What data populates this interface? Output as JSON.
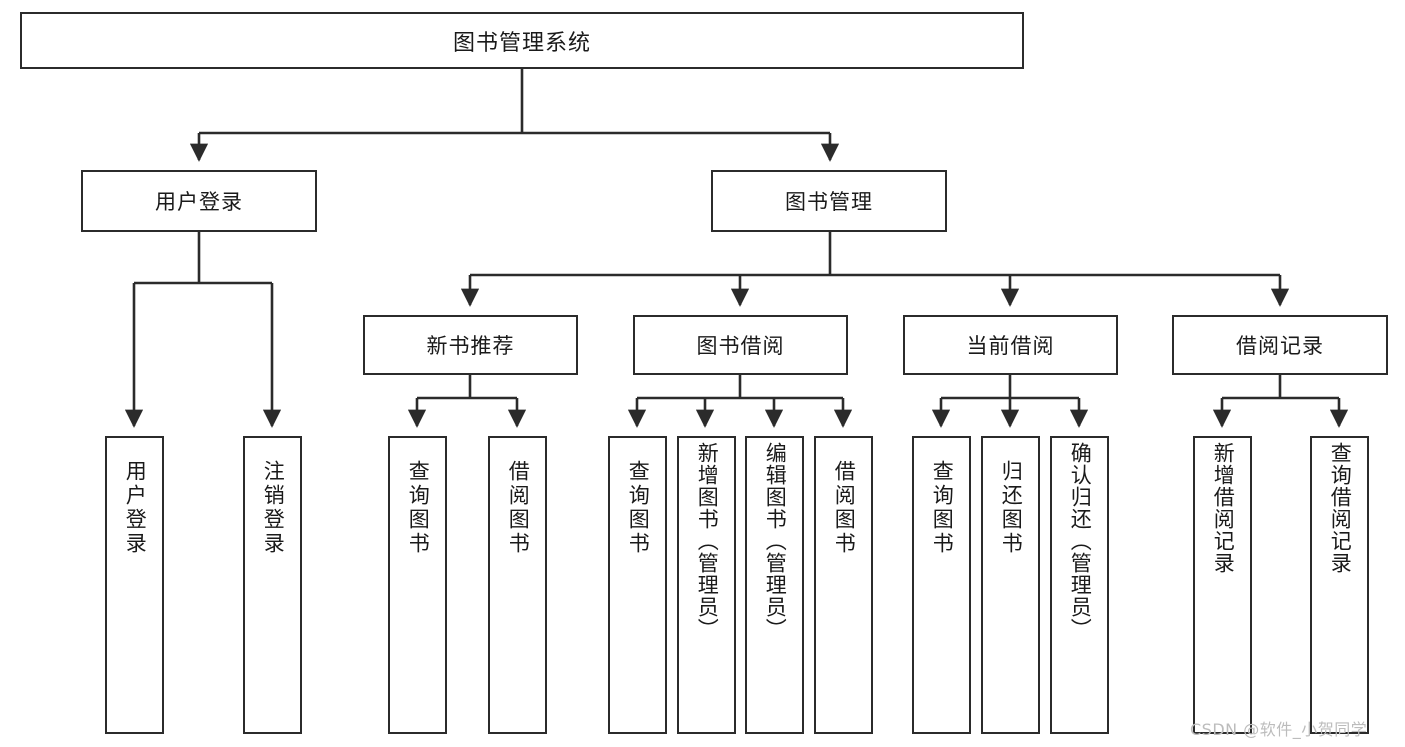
{
  "diagram": {
    "type": "tree",
    "title": "图书管理系统",
    "orientation": "top-down",
    "colors": {
      "border": "#2b2b2b",
      "fill": "#ffffff",
      "text": "#1a1a1a",
      "edge": "#2b2b2b",
      "watermark": "#bcbcbc"
    },
    "root": {
      "label": "图书管理系统",
      "children": [
        {
          "label": "用户登录",
          "children": [
            {
              "label": "用户登录"
            },
            {
              "label": "注销登录"
            }
          ]
        },
        {
          "label": "图书管理",
          "children": [
            {
              "label": "新书推荐",
              "children": [
                {
                  "label": "查询图书"
                },
                {
                  "label": "借阅图书"
                }
              ]
            },
            {
              "label": "图书借阅",
              "children": [
                {
                  "label": "查询图书"
                },
                {
                  "label": "新增图书（管理员）"
                },
                {
                  "label": "编辑图书（管理员）"
                },
                {
                  "label": "借阅图书"
                }
              ]
            },
            {
              "label": "当前借阅",
              "children": [
                {
                  "label": "查询图书"
                },
                {
                  "label": "归还图书"
                },
                {
                  "label": "确认归还（管理员）"
                }
              ]
            },
            {
              "label": "借阅记录",
              "children": [
                {
                  "label": "新增借阅记录"
                },
                {
                  "label": "查询借阅记录"
                }
              ]
            }
          ]
        }
      ]
    }
  },
  "nodes": {
    "root": "图书管理系统",
    "l2": {
      "user_login": "用户登录",
      "book_manage": "图书管理"
    },
    "l3": {
      "new_book_rec": "新书推荐",
      "book_borrow": "图书借阅",
      "current_borrow": "当前借阅",
      "borrow_record": "借阅记录"
    },
    "leaves": {
      "user_login_1": "用户登录",
      "user_login_2": "注销登录",
      "rec_1": "查询图书",
      "rec_2": "借阅图书",
      "borrow_1": "查询图书",
      "borrow_2": "新增图书（管理员）",
      "borrow_3": "编辑图书（管理员）",
      "borrow_4": "借阅图书",
      "cur_1": "查询图书",
      "cur_2": "归还图书",
      "cur_3": "确认归还（管理员）",
      "rec_log_1": "新增借阅记录",
      "rec_log_2": "查询借阅记录"
    }
  },
  "watermark": {
    "text": "CSDN @软件_小贺同学"
  }
}
